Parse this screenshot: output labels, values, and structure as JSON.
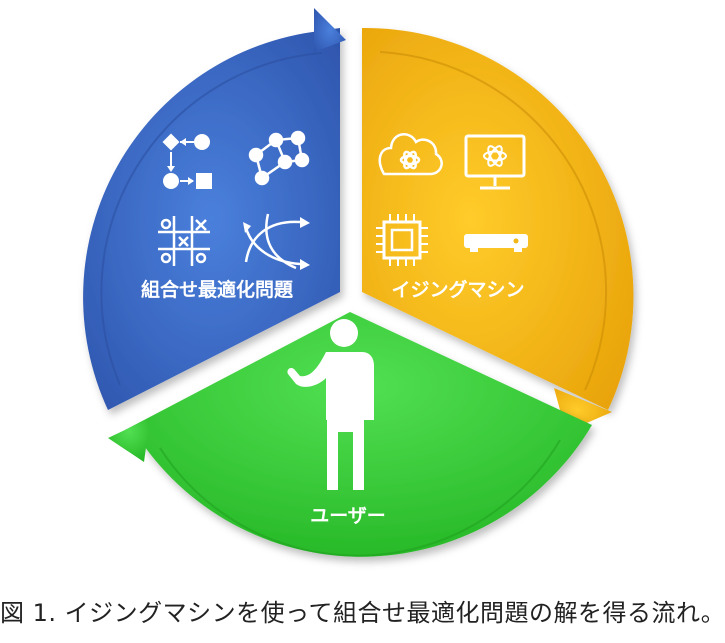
{
  "diagram": {
    "segments": [
      {
        "id": "optimization",
        "label": "組合せ最適化問題",
        "color": "#3f6fcb",
        "icons": [
          "flowchart-icon",
          "network-icon",
          "tic-tac-toe-icon",
          "routing-arrows-icon"
        ]
      },
      {
        "id": "ising",
        "label": "イジングマシン",
        "color": "#f2b716",
        "icons": [
          "cloud-atom-icon",
          "monitor-atom-icon",
          "chip-icon",
          "server-device-icon"
        ]
      },
      {
        "id": "user",
        "label": "ユーザー",
        "color": "#3ad13a",
        "icons": [
          "person-icon"
        ]
      }
    ]
  },
  "caption": "図 1. イジングマシンを使って組合せ最適化問題の解を得る流れ。"
}
